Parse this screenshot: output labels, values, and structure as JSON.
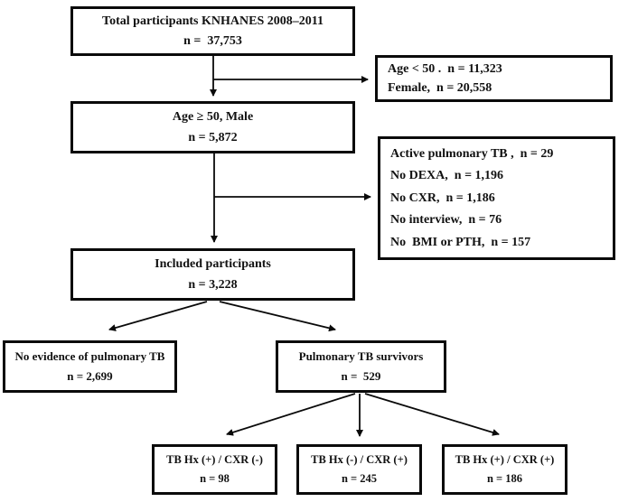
{
  "figure": {
    "type": "participant-selection-flowchart",
    "background_color": "#ffffff",
    "box_border_color": "#0a0a0a",
    "text_color": "#111111"
  },
  "boxes": {
    "total": {
      "lines": [
        "Total participants KNHANES 2008–2011",
        "n =  37,753"
      ]
    },
    "excluded_age_sex": {
      "lines": [
        "Age < 50 .  n = 11,323",
        "Female,  n = 20,558"
      ]
    },
    "age50_male": {
      "lines": [
        "Age ≥ 50, Male",
        "n = 5,872"
      ]
    },
    "excluded_reasons": {
      "lines": [
        "Active pulmonary TB ,  n = 29",
        "No DEXA,  n = 1,196",
        "No CXR,  n = 1,186",
        "No interview,  n = 76",
        "No  BMI or PTH,  n = 157"
      ]
    },
    "included": {
      "lines": [
        "Included participants",
        "n = 3,228"
      ]
    },
    "no_evidence_tb": {
      "lines": [
        "No evidence of pulmonary TB",
        "n = 2,699"
      ]
    },
    "tb_survivors": {
      "lines": [
        "Pulmonary TB survivors",
        "n =  529"
      ]
    },
    "tb_hx_pos_cxr_neg": {
      "lines": [
        "TB Hx (+) / CXR (-)",
        "n = 98"
      ]
    },
    "tb_hx_neg_cxr_pos": {
      "lines": [
        "TB Hx (-) / CXR (+)",
        "n = 245"
      ]
    },
    "tb_hx_pos_cxr_pos": {
      "lines": [
        "TB Hx (+) / CXR (+)",
        "n = 186"
      ]
    }
  }
}
